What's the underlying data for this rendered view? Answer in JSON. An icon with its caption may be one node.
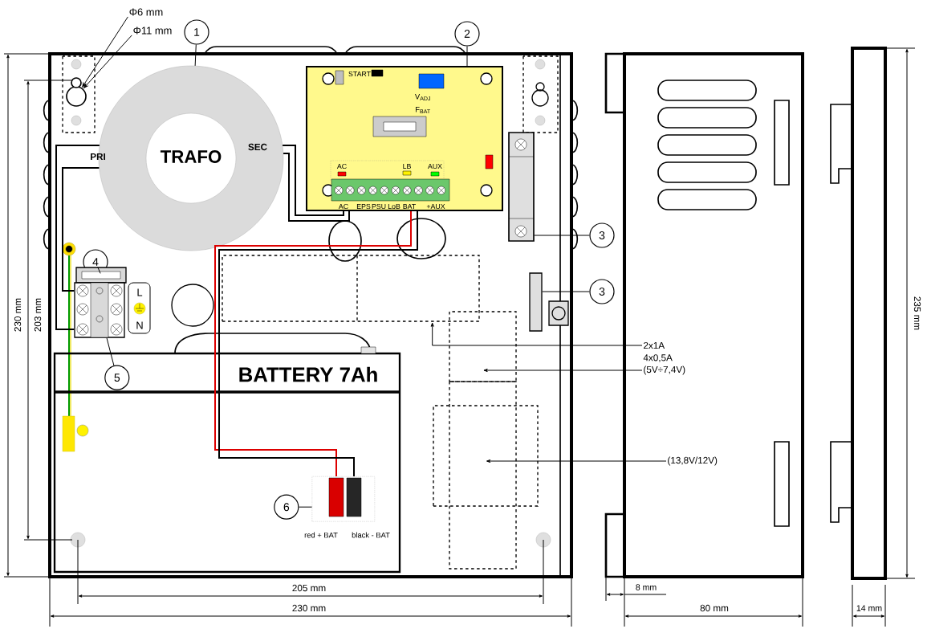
{
  "diagram": {
    "nodes": [
      {
        "text": [
          "1"
        ]
      },
      {
        "text": [
          "2"
        ]
      },
      {
        "text": [
          "3"
        ]
      },
      {
        "text": [
          "3"
        ]
      },
      {
        "text": [
          "4"
        ]
      },
      {
        "text": [
          "5"
        ],
        "in": 14
      },
      {
        "text": [
          "6"
        ],
        "in": 14
      },
      {
        "text": [
          "PRI",
          "TRAFO",
          "SEC"
        ]
      },
      {
        "text": [
          "START",
          "V$_{ADJ}$",
          "F$_{BAT}$",
          "AC",
          "LB",
          "AUX",
          "AC",
          "EPS",
          "PSU",
          "LoB",
          "BAT",
          "+AUX"
        ]
      },
      {
        "text": [],
        "shape": "box"
      },
      {
        "text": [],
        "shape": "bar"
      },
      {
        "text": [],
        "shape": "box"
      },
      {
        "text": [],
        "shape": "box"
      },
      {
        "text": [
          "L",
          "N"
        ]
      },
      {
        "text": [
          "BATTERY 7Ah"
        ]
      },
      {
        "text": [],
        "shape": "box",
        "in": 14,
        "beside": [
          "red + BAT",
          "black - BAT"
        ]
      },
      {
        "text": [],
        "shape": "circle"
      },
      {
        "text": [
          "Φ6 mm"
        ]
      },
      {
        "text": [
          "Φ11 mm"
        ]
      },
      {
        "text": [],
        "shape": "box"
      },
      {
        "text": [],
        "shape": "box"
      },
      {
        "text": [],
        "shape": "box"
      },
      {
        "text": [
          "2x1A"
        ]
      },
      {
        "text": [
          "(5V÷7,4V)"
        ]
      },
      {
        "text": [
          "(13,8V/12V)"
        ]
      }
    ],
    "edges": [
      {
        "from": 0,
        "to": 7,
        "arrow": "none"
      },
      {
        "from": 1,
        "to": 8,
        "arrow": "none"
      },
      {
        "from": 2,
        "to": 9,
        "arrow": "none"
      },
      {
        "from": 3,
        "to": 10,
        "arrow": "none"
      },
      {
        "from": 4,
        "to": 11,
        "arrow": "none"
      },
      {
        "from": 5,
        "to": 12,
        "arrow": "none"
      },
      {
        "from": 6,
        "to": 15,
        "arrow": "none"
      },
      {
        "from": 17,
        "to": 16,
        "arrow": "to"
      },
      {
        "from": 18,
        "to": 16,
        "arrow": "to"
      },
      {
        "from": 22,
        "to": 19,
        "arrow": "to"
      },
      {
        "from": 23,
        "to": 20,
        "arrow": "to"
      },
      {
        "from": 24,
        "to": 21,
        "arrow": "to"
      },
      {
        "from": 7,
        "to": 8,
        "arrow": "none"
      },
      {
        "from": 7,
        "to": 8,
        "arrow": "none"
      },
      {
        "from": 7,
        "to": 12,
        "arrow": "none"
      },
      {
        "from": 7,
        "to": 12,
        "arrow": "none"
      },
      {
        "from": 8,
        "to": 15,
        "arrow": "none",
        "color": "#dd0000"
      },
      {
        "from": 8,
        "to": 15,
        "arrow": "none"
      }
    ],
    "labels": [
      "230 mm",
      "203 mm",
      "4x0,5A",
      "235 mm",
      "205 mm",
      "8 mm",
      "230 mm",
      "80 mm",
      "14 mm"
    ]
  }
}
